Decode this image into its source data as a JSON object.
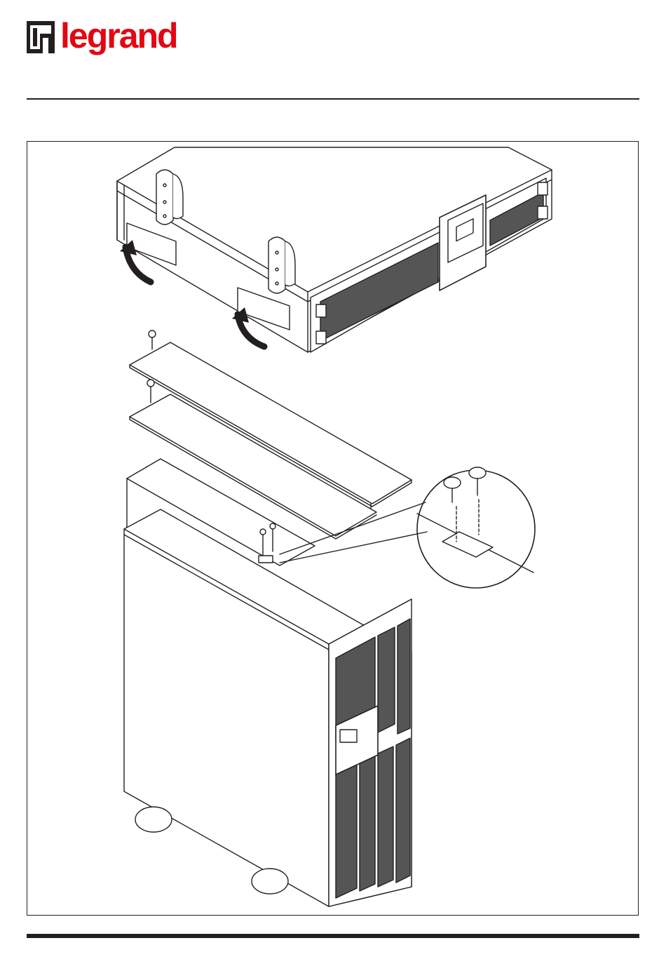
{
  "header": {
    "brand_name": "legrand",
    "brand_color": "#e30613",
    "logo_icon": "legrand-square-mark-icon"
  },
  "figure": {
    "description_icons": [
      "ups-rack-unit",
      "top-panel",
      "tower-ups-unit",
      "screw-detail-callout",
      "feet"
    ]
  },
  "colors": {
    "line": "#231f20",
    "background": "#ffffff"
  }
}
